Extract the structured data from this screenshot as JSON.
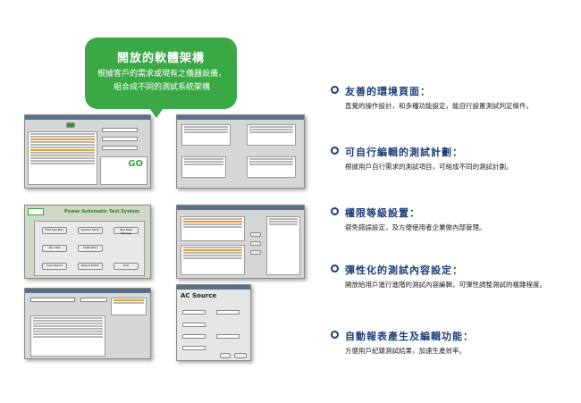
{
  "bubble": {
    "title": "開放的軟體架構",
    "text": "根據客戶的需求或現有之儀器設備，組合成不同的測試系統架構"
  },
  "thumbs": {
    "go_label": "GO",
    "menu_title": "Power Automatic Test System",
    "menu_buttons": [
      "Edit Test Plan",
      "System Setup",
      "Test Data Manage",
      "Run Test",
      "Calibration",
      "",
      "Load Report",
      "Report Editor",
      "Exit"
    ],
    "ac_title": "AC Source"
  },
  "features": [
    {
      "title": "友善的環境頁面：",
      "desc": "直覺的操作設計，和多種功能設定，能自行設置測試判定條件。"
    },
    {
      "title": "可自行編輯的測試計劃：",
      "desc": "根據用戶自行需求的測試項目，可組成不同的測試計劃。"
    },
    {
      "title": "權限等級設置：",
      "desc": "避免錯誤設定，及方便使用者企業做內部管理。"
    },
    {
      "title": "彈性化的測試內容設定：",
      "desc": "開放給用戶進行進階的測試內容編輯，可彈性調整測試的複雜程度。"
    },
    {
      "title": "自動報表產生及編輯功能：",
      "desc": "方便用戶紀錄測試結果，加速生產效率。"
    }
  ],
  "colors": {
    "accent_green": "#3aa845",
    "heading_navy": "#1d3c78"
  }
}
